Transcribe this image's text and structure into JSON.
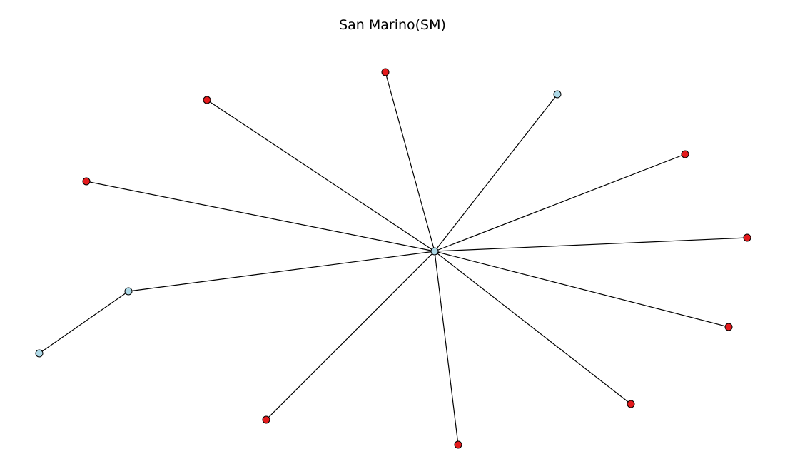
{
  "title": "San Marino(SM)",
  "colors": {
    "edge": "#000000",
    "node_stroke": "#000000",
    "node_red": "#e41a1c",
    "node_lightblue": "#add8e6"
  },
  "nodes": [
    {
      "id": "hub",
      "color": "lightblue"
    },
    {
      "id": "n1",
      "color": "red"
    },
    {
      "id": "n2",
      "color": "red"
    },
    {
      "id": "n3",
      "color": "lightblue"
    },
    {
      "id": "n4",
      "color": "red"
    },
    {
      "id": "n5",
      "color": "red"
    },
    {
      "id": "n6",
      "color": "red"
    },
    {
      "id": "n7",
      "color": "red"
    },
    {
      "id": "n8",
      "color": "red"
    },
    {
      "id": "n9",
      "color": "red"
    },
    {
      "id": "n10",
      "color": "lightblue"
    },
    {
      "id": "n11",
      "color": "lightblue"
    },
    {
      "id": "n12",
      "color": "red"
    }
  ],
  "edges": [
    [
      "hub",
      "n1"
    ],
    [
      "hub",
      "n2"
    ],
    [
      "hub",
      "n3"
    ],
    [
      "hub",
      "n4"
    ],
    [
      "hub",
      "n5"
    ],
    [
      "hub",
      "n6"
    ],
    [
      "hub",
      "n7"
    ],
    [
      "hub",
      "n8"
    ],
    [
      "hub",
      "n9"
    ],
    [
      "hub",
      "n10"
    ],
    [
      "n10",
      "n11"
    ],
    [
      "hub",
      "n12"
    ]
  ]
}
